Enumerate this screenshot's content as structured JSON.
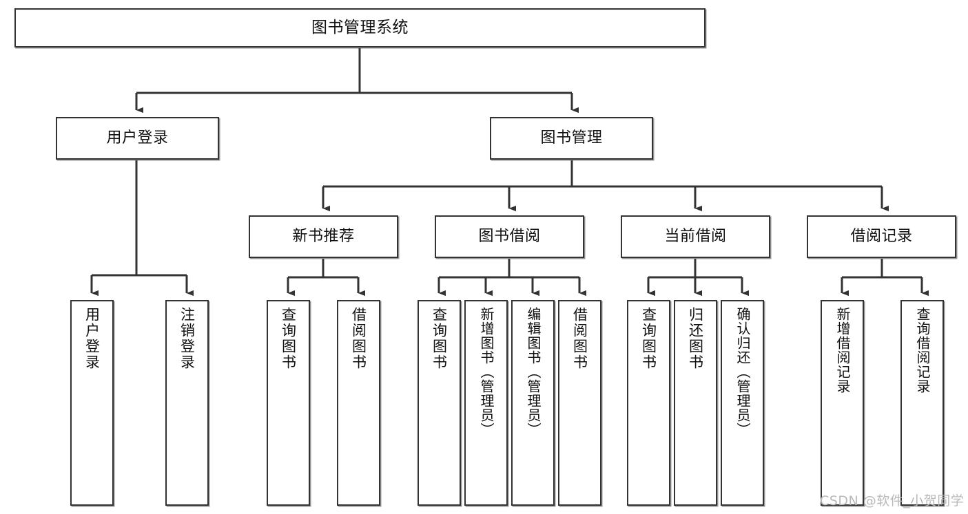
{
  "diagram": {
    "type": "tree-hierarchy",
    "title": "图书管理系统",
    "watermark": "CSDN @软件_小贺同学",
    "colors": {
      "background": "#ffffff",
      "node_border": "#333333",
      "node_fill": "#ffffff",
      "edge": "#333333",
      "text": "#111111",
      "watermark": "#b9b9b9"
    },
    "levels": {
      "root": "图书管理系统",
      "level2": [
        "用户登录",
        "图书管理"
      ],
      "level3": [
        "新书推荐",
        "图书借阅",
        "当前借阅",
        "借阅记录"
      ]
    },
    "nodes": {
      "root": {
        "label": "图书管理系统"
      },
      "user_login": {
        "label": "用户登录"
      },
      "book_manage": {
        "label": "图书管理"
      },
      "new_book_rec": {
        "label": "新书推荐"
      },
      "book_borrow": {
        "label": "图书借阅"
      },
      "current_borrow": {
        "label": "当前借阅"
      },
      "borrow_record": {
        "label": "借阅记录"
      },
      "leaf_user_login": {
        "label": "用户登录"
      },
      "leaf_user_logout": {
        "label": "注销登录"
      },
      "leaf_rec_query": {
        "label": "查询图书"
      },
      "leaf_rec_borrow": {
        "label": "借阅图书"
      },
      "leaf_borrow_query": {
        "label": "查询图书"
      },
      "leaf_borrow_add": {
        "label": "新增图书（管理员）"
      },
      "leaf_borrow_edit": {
        "label": "编辑图书（管理员）"
      },
      "leaf_borrow_lend": {
        "label": "借阅图书"
      },
      "leaf_cur_query": {
        "label": "查询图书"
      },
      "leaf_cur_return": {
        "label": "归还图书"
      },
      "leaf_cur_confirm": {
        "label": "确认归还（管理员）"
      },
      "leaf_rec_add": {
        "label": "新增借阅记录"
      },
      "leaf_rec_search": {
        "label": "查询借阅记录"
      }
    },
    "edges": [
      {
        "from": "root",
        "to": "user_login"
      },
      {
        "from": "root",
        "to": "book_manage"
      },
      {
        "from": "user_login",
        "to": "leaf_user_login"
      },
      {
        "from": "user_login",
        "to": "leaf_user_logout"
      },
      {
        "from": "book_manage",
        "to": "new_book_rec"
      },
      {
        "from": "book_manage",
        "to": "book_borrow"
      },
      {
        "from": "book_manage",
        "to": "current_borrow"
      },
      {
        "from": "book_manage",
        "to": "borrow_record"
      },
      {
        "from": "new_book_rec",
        "to": "leaf_rec_query"
      },
      {
        "from": "new_book_rec",
        "to": "leaf_rec_borrow"
      },
      {
        "from": "book_borrow",
        "to": "leaf_borrow_query"
      },
      {
        "from": "book_borrow",
        "to": "leaf_borrow_add"
      },
      {
        "from": "book_borrow",
        "to": "leaf_borrow_edit"
      },
      {
        "from": "book_borrow",
        "to": "leaf_borrow_lend"
      },
      {
        "from": "current_borrow",
        "to": "leaf_cur_query"
      },
      {
        "from": "current_borrow",
        "to": "leaf_cur_return"
      },
      {
        "from": "current_borrow",
        "to": "leaf_cur_confirm"
      },
      {
        "from": "borrow_record",
        "to": "leaf_rec_add"
      },
      {
        "from": "borrow_record",
        "to": "leaf_rec_search"
      }
    ]
  }
}
